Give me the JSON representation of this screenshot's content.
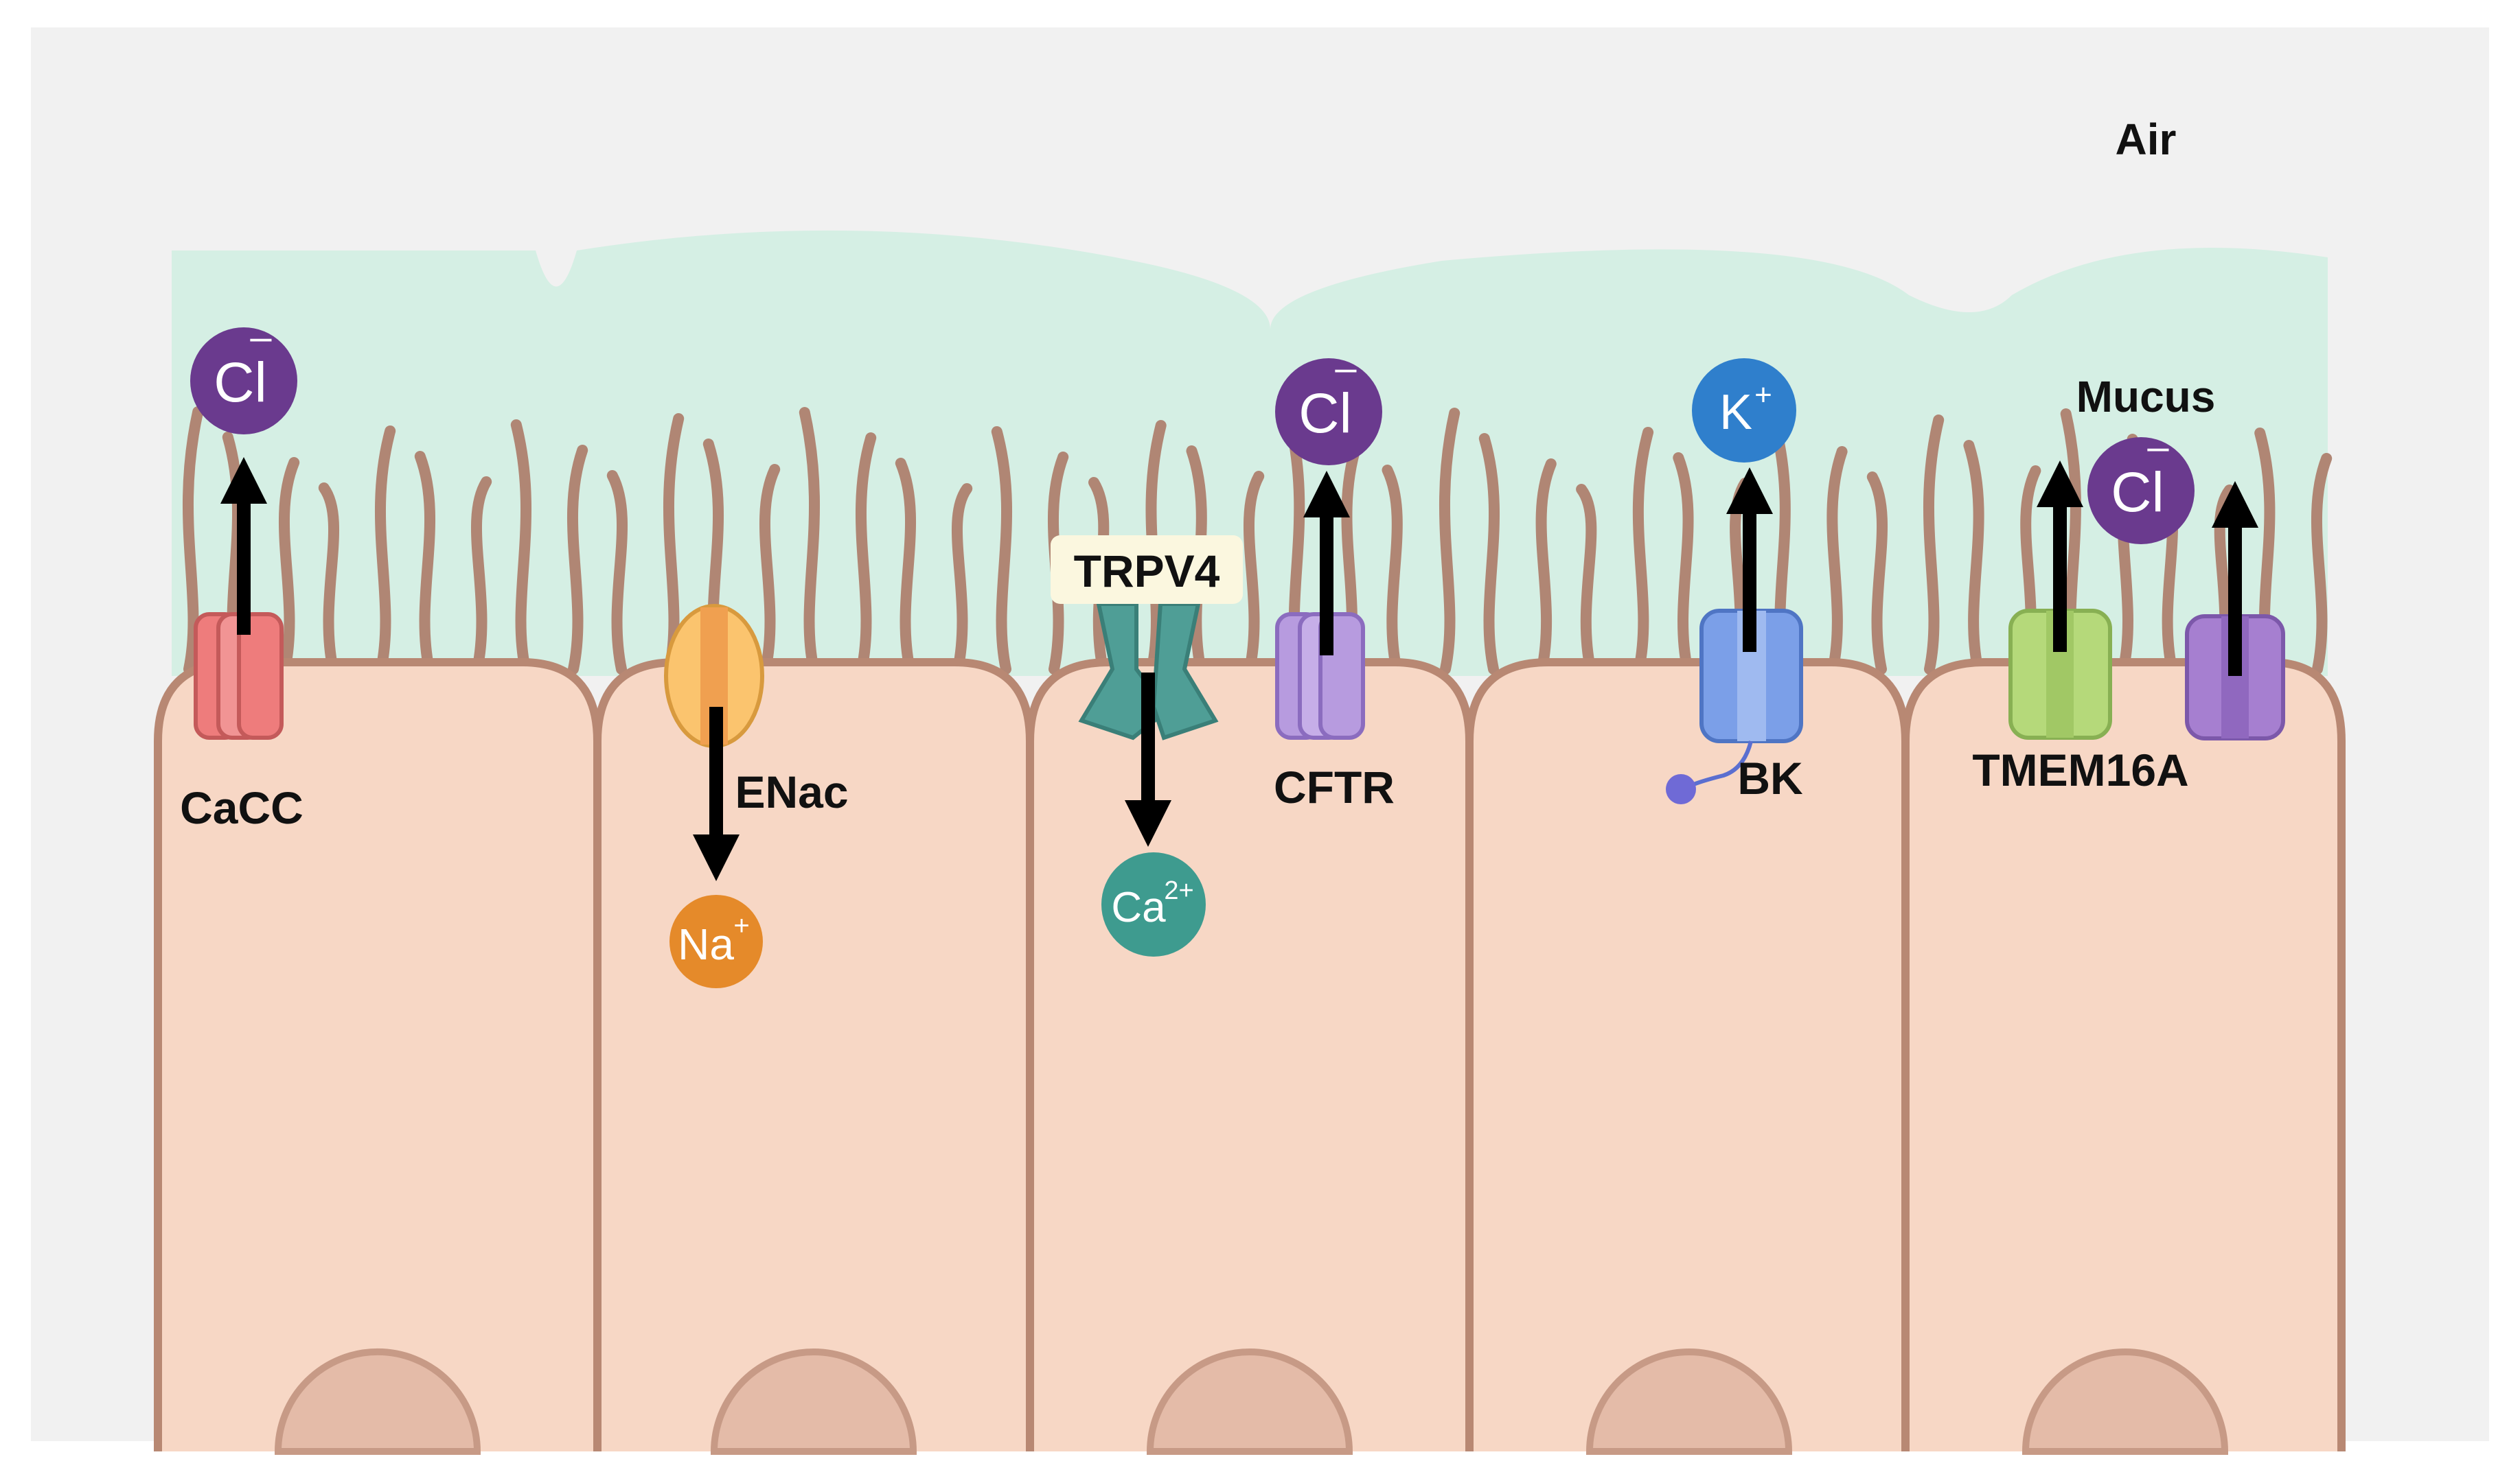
{
  "labels": {
    "air": "Air",
    "mucus": "Mucus",
    "cacc": "CaCC",
    "enac": "ENac",
    "trpv4": "TRPV4",
    "cftr": "CFTR",
    "bk": "BK",
    "tmem16a": "TMEM16A"
  },
  "ions": {
    "cl": "Cl",
    "cl_charge": "–",
    "na": "Na",
    "na_charge": "+",
    "ca": "Ca",
    "ca_charge": "2+",
    "k": "K",
    "k_charge": "+"
  },
  "colors": {
    "background": "#f1f1f1",
    "mucus": "#d5efe4",
    "cilia": "#b08674",
    "cell_fill": "#f7d7c5",
    "cell_border": "#b88873",
    "nucleus": "#e4bba8",
    "cacc_channel": "#ee7c7c",
    "enac_channel": "#fbc46e",
    "trpv4_channel": "#4f9e96",
    "cftr_channel": "#b79bdf",
    "bk_channel": "#7b9fe8",
    "tmem16a_channel": "#b5d97a",
    "cl_ion": "#6a3a8e",
    "na_ion": "#e58a2a",
    "ca_ion": "#3e9b8f",
    "k_ion": "#2f7fcc"
  }
}
